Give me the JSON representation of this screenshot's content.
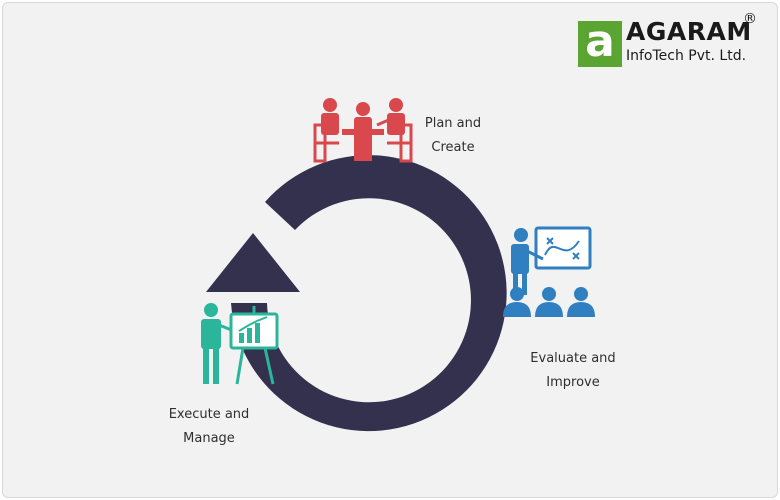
{
  "logo": {
    "mark": "a",
    "name": "AGARAM",
    "registered": "®",
    "subtitle": "InfoTech Pvt. Ltd."
  },
  "steps": [
    {
      "line1": "Plan and",
      "line2": "Create",
      "icon": "team-meeting-icon",
      "color": "#d9484d"
    },
    {
      "line1": "Evaluate and",
      "line2": "Improve",
      "icon": "presentation-audience-icon",
      "color": "#2f7fc1"
    },
    {
      "line1": "Execute and",
      "line2": "Manage",
      "icon": "presenter-board-icon",
      "color": "#2bb59a"
    }
  ],
  "cycle_color": "#34314f"
}
